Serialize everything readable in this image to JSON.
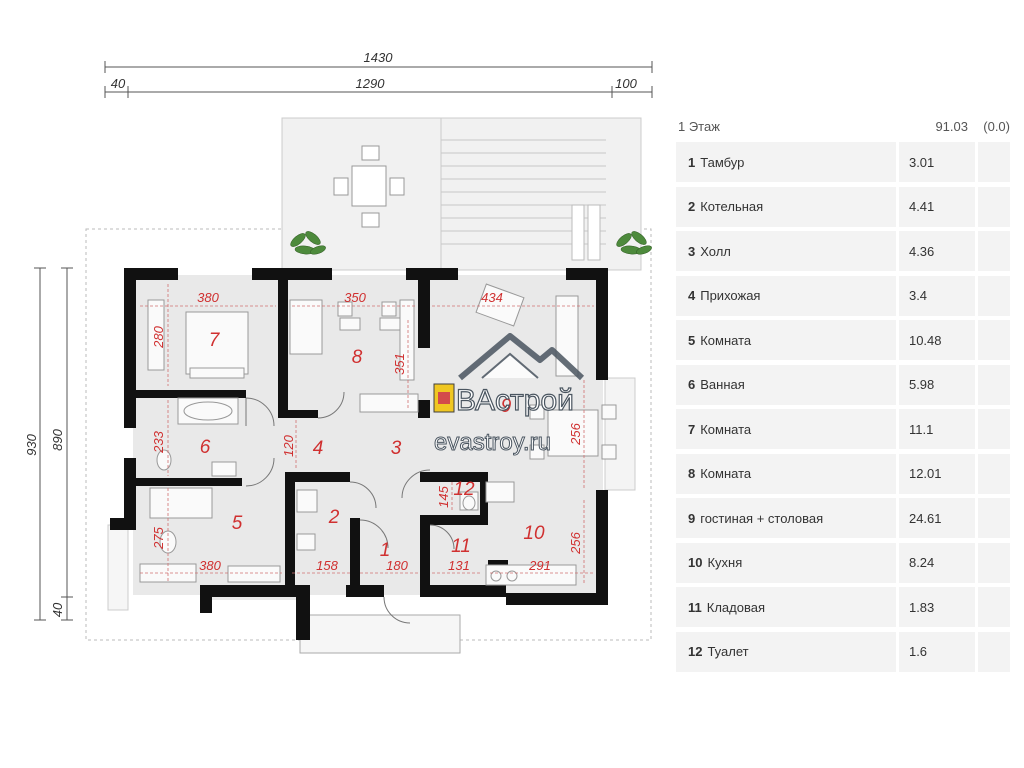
{
  "dimensions": {
    "overall_width": "1430",
    "segments": [
      "40",
      "1290",
      "100"
    ],
    "left_total": "930",
    "left_inner": "890",
    "left_bottom": "40"
  },
  "room_labels": [
    "1",
    "2",
    "3",
    "4",
    "5",
    "6",
    "7",
    "8",
    "9",
    "10",
    "11",
    "12"
  ],
  "room_dims": [
    "380",
    "350",
    "434",
    "280",
    "351",
    "233",
    "120",
    "256",
    "145",
    "275",
    "380",
    "158",
    "180",
    "131",
    "291",
    "256"
  ],
  "watermark": {
    "brand": "ВАстрой",
    "site": "evastroy.ru"
  },
  "legend": {
    "floor_label": "1 Этаж",
    "floor_area": "91.03",
    "floor_extra": "(0.0)",
    "rooms": [
      {
        "num": "1",
        "name": "Тамбур",
        "area": "3.01"
      },
      {
        "num": "2",
        "name": "Котельная",
        "area": "4.41"
      },
      {
        "num": "3",
        "name": "Холл",
        "area": "4.36"
      },
      {
        "num": "4",
        "name": "Прихожая",
        "area": "3.4"
      },
      {
        "num": "5",
        "name": "Комната",
        "area": "10.48"
      },
      {
        "num": "6",
        "name": "Ванная",
        "area": "5.98"
      },
      {
        "num": "7",
        "name": "Комната",
        "area": "11.1"
      },
      {
        "num": "8",
        "name": "Комната",
        "area": "12.01"
      },
      {
        "num": "9",
        "name": "гостиная + столовая",
        "area": "24.61"
      },
      {
        "num": "10",
        "name": "Кухня",
        "area": "8.24"
      },
      {
        "num": "11",
        "name": "Кладовая",
        "area": "1.83"
      },
      {
        "num": "12",
        "name": "Туалет",
        "area": "1.6"
      }
    ]
  },
  "colors": {
    "wall": "#111111",
    "floor": "#e9e9e9",
    "dimension_red": "#d03030",
    "legend_row": "#f3f3f3"
  }
}
